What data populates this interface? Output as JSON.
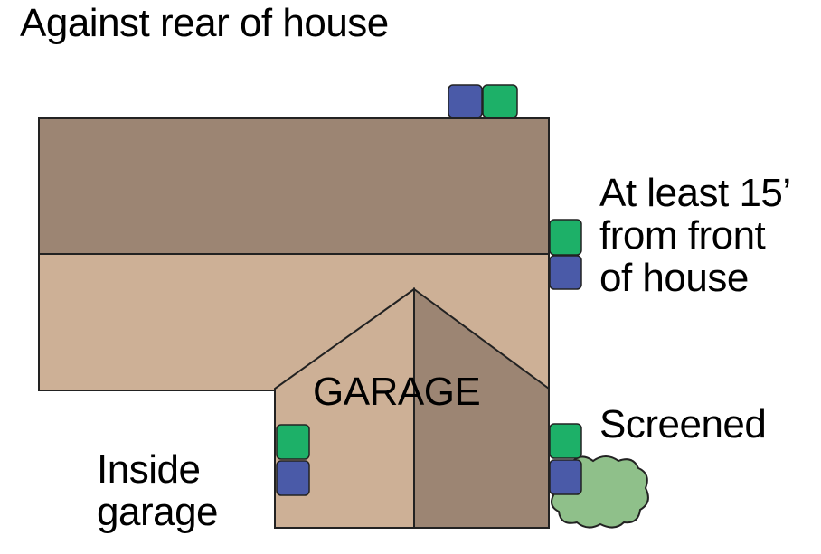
{
  "labels": {
    "rear": "Against rear of house",
    "front_line1": "At least 15’",
    "front_line2": "from front",
    "front_line3": "of house",
    "garage": "GARAGE",
    "screened": "Screened",
    "inside_line1": "Inside",
    "inside_line2": "garage"
  },
  "colors": {
    "roof_dark": "#9c8573",
    "roof_light": "#cdb096",
    "unit_blue": "#4a5aa8",
    "unit_green": "#1db068",
    "bush": "#8fc08a",
    "outline": "#222222"
  },
  "units": [
    {
      "position": "rear",
      "colors": [
        "blue",
        "green"
      ]
    },
    {
      "position": "side-front",
      "colors": [
        "green",
        "blue"
      ]
    },
    {
      "position": "inside-garage",
      "colors": [
        "green",
        "blue"
      ]
    },
    {
      "position": "screened",
      "colors": [
        "green",
        "blue"
      ]
    }
  ]
}
